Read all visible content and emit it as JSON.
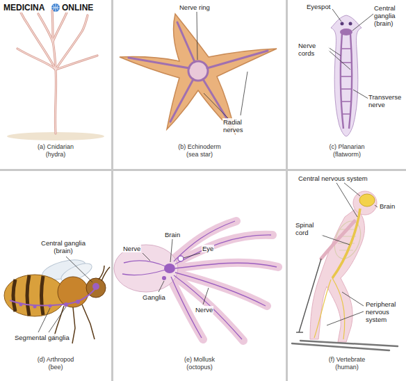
{
  "diagram": {
    "nodes": [
      {
        "text": [
          "(a) Cnidarian (hydra)"
        ]
      },
      {
        "text": [
          "(b) Echinoderm (sea star)"
        ]
      },
      {
        "text": [
          "(c) Planarian (flatworm)"
        ]
      },
      {
        "text": [
          "(d) Arthropod (bee)"
        ]
      },
      {
        "text": [
          "(e) Mollusk (octopus)"
        ]
      },
      {
        "text": [
          "(f) Vertebrate (human)"
        ]
      }
    ],
    "labels": [
      "MEDICINA",
      "ONLINE",
      "Nerve ring",
      "Radial nerves",
      "Eyespot",
      "Central ganglia (brain)",
      "Nerve cords",
      "Transverse nerve",
      "Central ganglia (brain)",
      "Segmental ganglia",
      "Brain",
      "Nerve",
      "Eye",
      "Ganglia",
      "Nerve",
      "Central nervous system",
      "Brain",
      "Spinal cord",
      "Peripheral nervous system"
    ]
  }
}
